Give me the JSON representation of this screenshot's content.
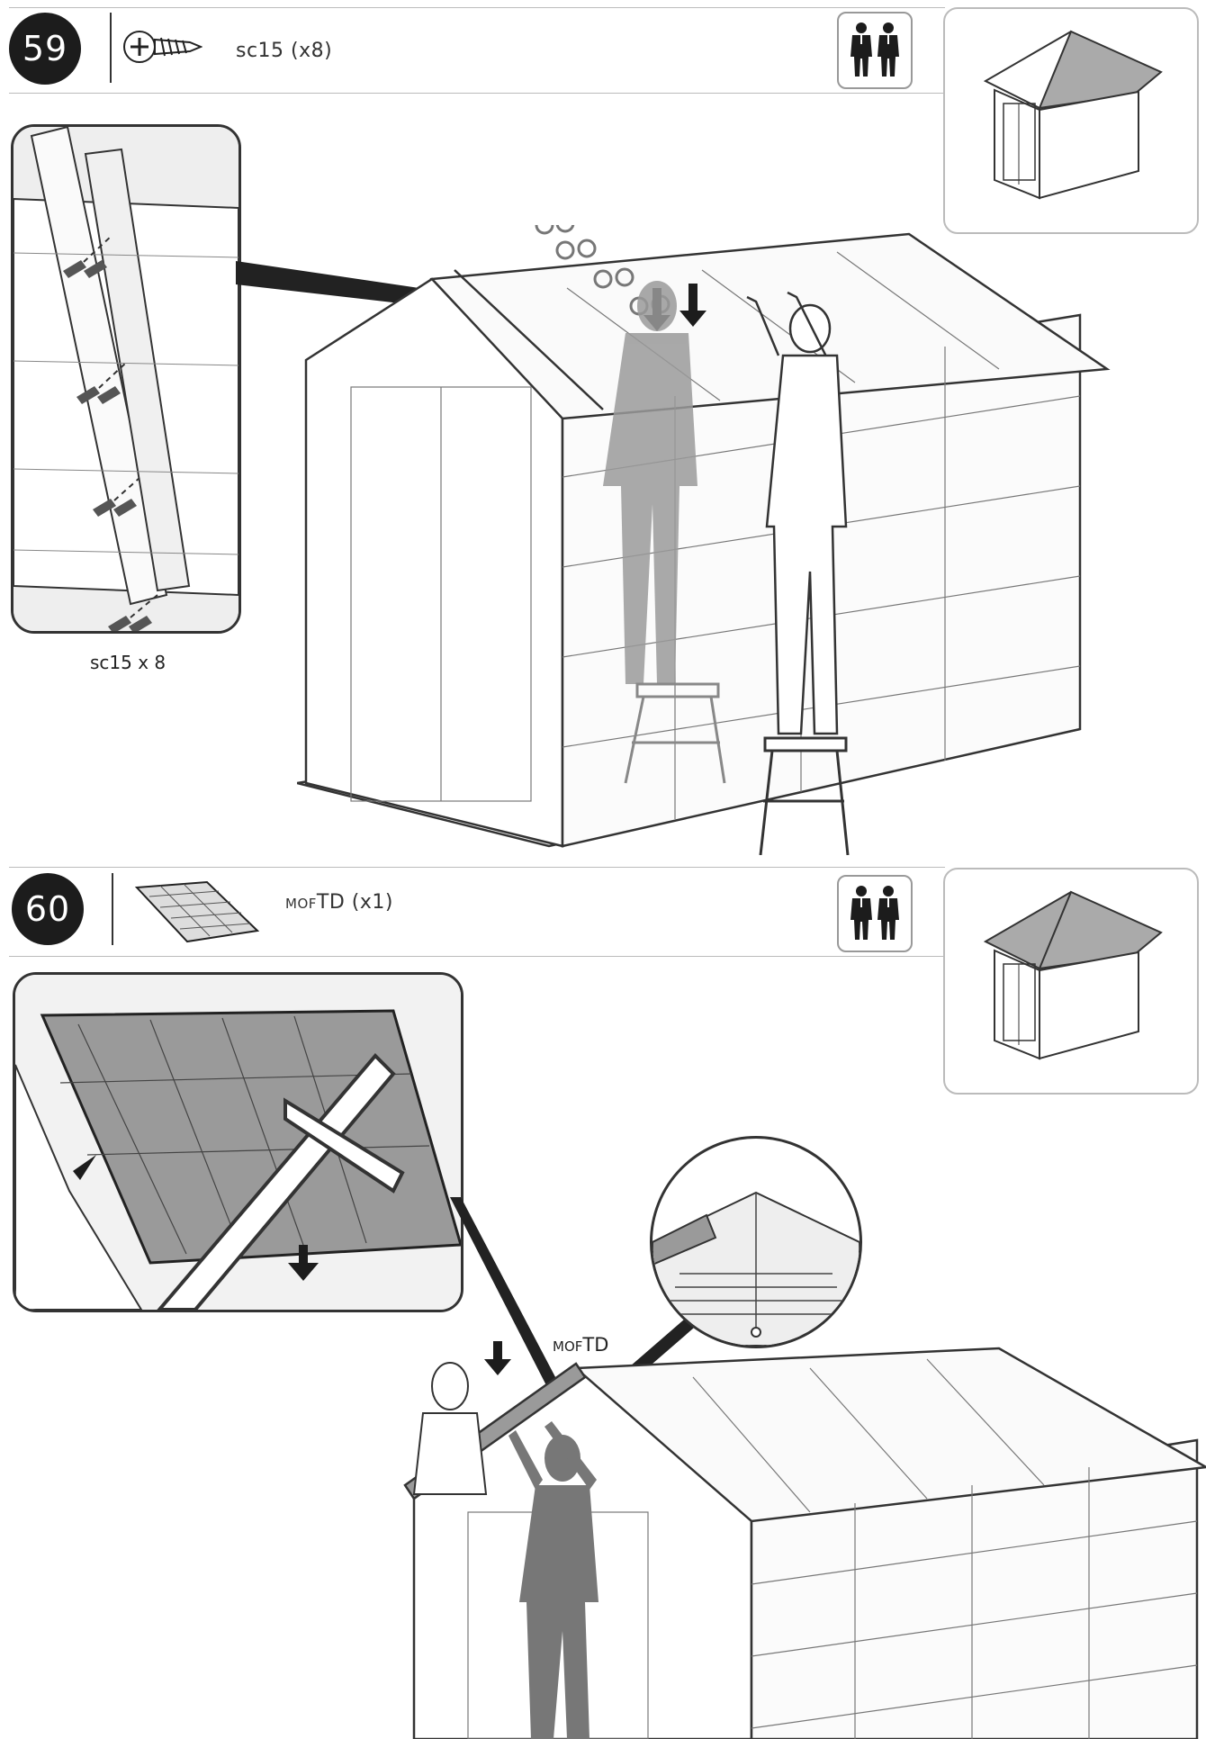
{
  "steps": [
    {
      "number": "59",
      "part_label": "sc15 (x8)",
      "detail_caption": "sc15 x 8",
      "people_icon": "two-people-icon",
      "part_icon": "screw-icon"
    },
    {
      "number": "60",
      "part_prefix": "MOF",
      "part_code": "TD",
      "part_qty": " (x1)",
      "callout_prefix": "MOF",
      "callout_code": "TD",
      "people_icon": "two-people-icon",
      "part_icon": "roof-panel-icon"
    }
  ],
  "colors": {
    "badge": "#1c1c1c",
    "line": "#333333",
    "rule": "#bbbbbb",
    "shade": "#9a9a9a"
  }
}
